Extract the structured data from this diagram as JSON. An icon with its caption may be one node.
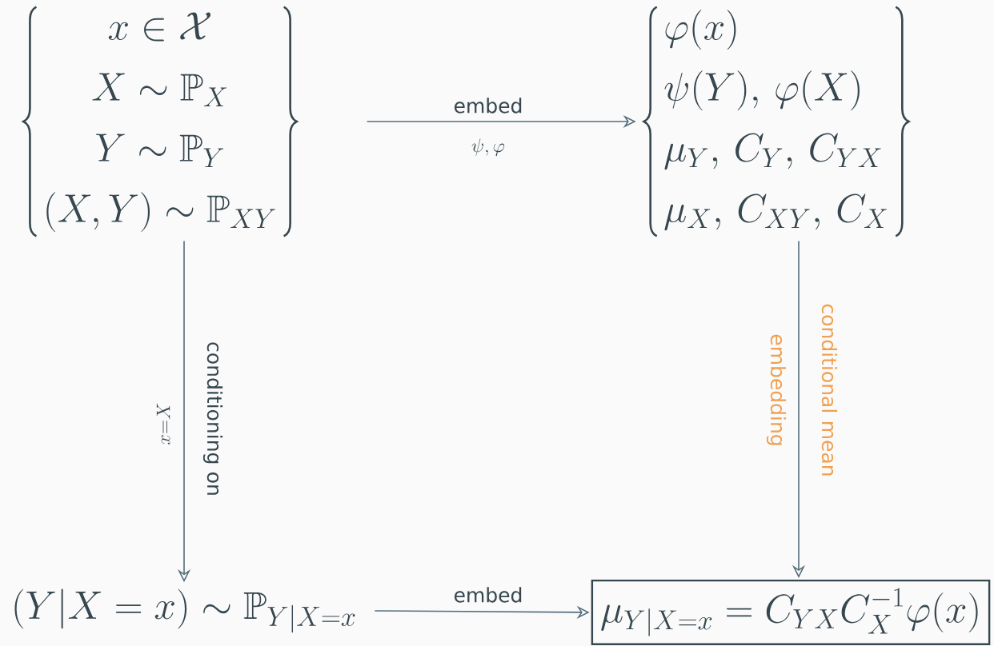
{
  "diagram": {
    "nodes": [
      {
        "text": [
          "x \\in \\mathcal{X}",
          "X \\sim \\mathbb{P}_X",
          "Y \\sim \\mathbb{P}_Y",
          "(X,Y) \\sim \\mathbb{P}_{XY}"
        ]
      },
      {
        "text": [
          "\\varphi(x)",
          "\\psi(Y),\\, \\varphi(X)",
          "\\mu_Y,\\, C_Y,\\, C_{YX}",
          "\\mu_X,\\, C_{XY},\\, C_X"
        ]
      },
      {
        "text": [
          "(Y|X=x) \\sim \\mathbb{P}_{Y|X=x}"
        ]
      },
      {
        "text": [
          "\\mu_{Y|X=x} = C_{YX} C_X^{-1} \\varphi(x)"
        ]
      }
    ],
    "edges": [
      {
        "from": 0,
        "to": 1,
        "arrow": "to",
        "label": "embed"
      },
      {
        "from": 0,
        "to": 2,
        "arrow": "to",
        "label": "conditioning on"
      },
      {
        "from": 1,
        "to": 3,
        "arrow": "to",
        "label": "conditional mean embedding"
      },
      {
        "from": 2,
        "to": 3,
        "arrow": "to",
        "label": "embed"
      }
    ],
    "labels": [
      "\\psi,\\varphi",
      "x{=}X"
    ]
  }
}
